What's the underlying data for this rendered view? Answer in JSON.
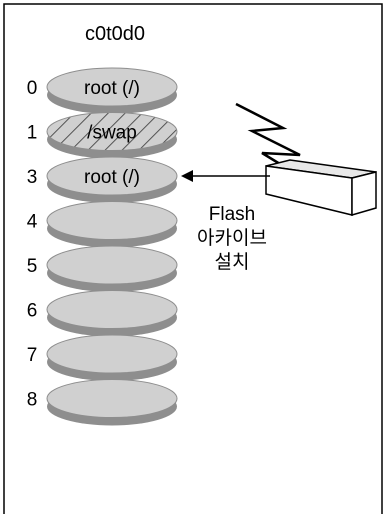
{
  "disk_label": "c0t0d0",
  "slices": [
    {
      "number": "0",
      "label": "root (/)",
      "hatched": false
    },
    {
      "number": "1",
      "label": "/swap",
      "hatched": true
    },
    {
      "number": "3",
      "label": "root (/)",
      "hatched": false
    },
    {
      "number": "4",
      "label": "",
      "hatched": false
    },
    {
      "number": "5",
      "label": "",
      "hatched": false
    },
    {
      "number": "6",
      "label": "",
      "hatched": false
    },
    {
      "number": "7",
      "label": "",
      "hatched": false
    },
    {
      "number": "8",
      "label": "",
      "hatched": false
    }
  ],
  "arrow_target_slice_index": 2,
  "flash_text": {
    "line1": "Flash",
    "line2": "아카이브",
    "line3": "설치"
  },
  "icons": {
    "source": "lightning-bolt-icon",
    "device": "flash-archive-box-icon"
  },
  "colors": {
    "disk_fill": "#d0d0d0",
    "disk_side": "#8e8e8e",
    "outline": "#000000",
    "hatch": "#555555",
    "box_top": "#e8e8e8",
    "box_face": "#ffffff"
  }
}
